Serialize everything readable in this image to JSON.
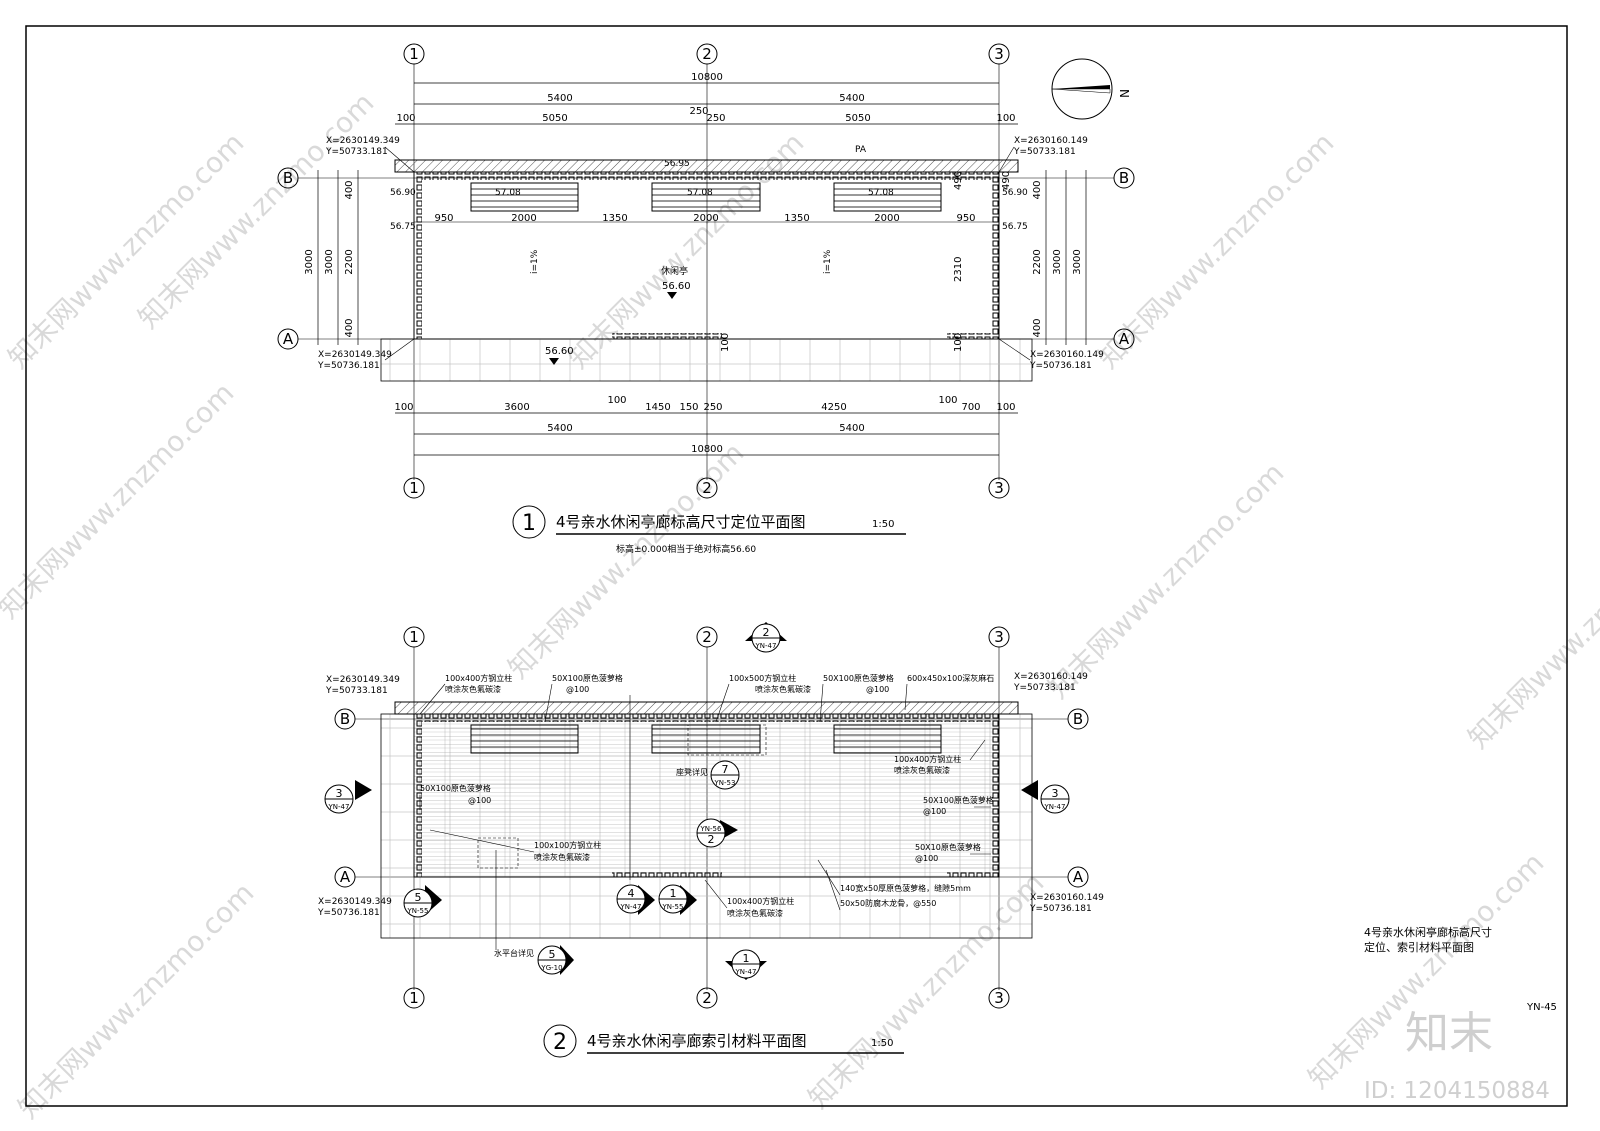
{
  "sheet_number": "YN-45",
  "sheet_description": [
    "4号亲水休闲亭廊标高尺寸",
    "定位、索引材料平面图"
  ],
  "brand": {
    "logo_text": "知末",
    "id_text": "ID: 1204150884",
    "watermark_text": "知末网www.znzmo.com"
  },
  "north_label": "N",
  "grid": {
    "columns": [
      "1",
      "2",
      "3"
    ],
    "rows": [
      "A",
      "B"
    ]
  },
  "plan1": {
    "number": "1",
    "title": "4号亲水休闲亭廊标高尺寸定位平面图",
    "scale": "1:50",
    "note": "标高±0.000相当于绝对标高56.60",
    "top_dims": {
      "total": "10800",
      "halves": [
        "5400",
        "5400"
      ],
      "edges": [
        "100",
        "100"
      ],
      "mid": [
        "5050",
        "250",
        "250",
        "5050"
      ]
    },
    "bench_dims": [
      "950",
      "2000",
      "1350",
      "2000",
      "1350",
      "2000",
      "950"
    ],
    "bottom_dims": {
      "segments": [
        "100",
        "3600",
        "100",
        "1450",
        "150",
        "250",
        "4250",
        "100",
        "700",
        "100"
      ],
      "halves": [
        "5400",
        "5400"
      ],
      "total": "10800"
    },
    "side_dims": {
      "outer": "3000",
      "inner": "3000",
      "top": "400",
      "middle": "2200",
      "bottom": "400",
      "inner_right": "490",
      "inner_left": "100",
      "right_height": "2310"
    },
    "coords": {
      "top_left": [
        "X=2630149.349",
        "Y=50733.181"
      ],
      "top_right": [
        "X=2630160.149",
        "Y=50733.181"
      ],
      "bottom_left": [
        "X=2630149.349",
        "Y=50736.181"
      ],
      "bottom_right": [
        "X=2630160.149",
        "Y=50736.181"
      ]
    },
    "elevations": {
      "roof": "56.95",
      "left_top": "56.90",
      "left_low": "56.75",
      "right_top": "56.90",
      "right_low": "56.75",
      "bench": "57.08",
      "center_label": "休闲亭",
      "center": "56.60",
      "front": "56.60",
      "roof_label": "PA"
    },
    "slopes": [
      "i=1%",
      "i=1%"
    ],
    "small_dims": [
      "100",
      "100"
    ]
  },
  "plan2": {
    "number": "2",
    "title": "4号亲水休闲亭廊索引材料平面图",
    "scale": "1:50",
    "callouts": {
      "a": "100x400方钢立柱",
      "a_note": "喷涂灰色氟碳漆",
      "b": "50X100原色菠萝格",
      "b_pitch": "@100",
      "c": "100x500方钢立柱",
      "c_note": "喷涂灰色氟碳漆",
      "d": "50X100原色菠萝格",
      "d_pitch": "@100",
      "e": "600x450x100深灰麻石",
      "f": "100x400方钢立柱",
      "f_note": "喷涂灰色氟碳漆",
      "g": "50X100原色菠萝格",
      "g_pitch": "@100",
      "h": "50X10原色菠萝格",
      "h_pitch": "@100",
      "i": "100x100方钢立柱",
      "i_note": "喷涂灰色氟碳漆",
      "j": "50X100原色菠萝格",
      "j_pitch": "@100",
      "k": "100x400方钢立柱",
      "k_note": "喷涂灰色氟碳漆",
      "l": "140宽x50厚原色菠萝格，缝隙5mm",
      "m": "50x50防腐木龙骨，@550",
      "n": "座凳详见",
      "o": "水平台详见"
    },
    "index_marks": [
      {
        "num": "2",
        "ref": "YN-47"
      },
      {
        "num": "3",
        "ref": "YN-47"
      },
      {
        "num": "3",
        "ref": "YN-47"
      },
      {
        "num": "7",
        "ref": "YN-53"
      },
      {
        "num": "2",
        "ref": "YN-56"
      },
      {
        "num": "4",
        "ref": "YN-47"
      },
      {
        "num": "1",
        "ref": "YN-55"
      },
      {
        "num": "5",
        "ref": "YN-55"
      },
      {
        "num": "5",
        "ref": "YG-10"
      },
      {
        "num": "1",
        "ref": "YN-47"
      }
    ]
  }
}
